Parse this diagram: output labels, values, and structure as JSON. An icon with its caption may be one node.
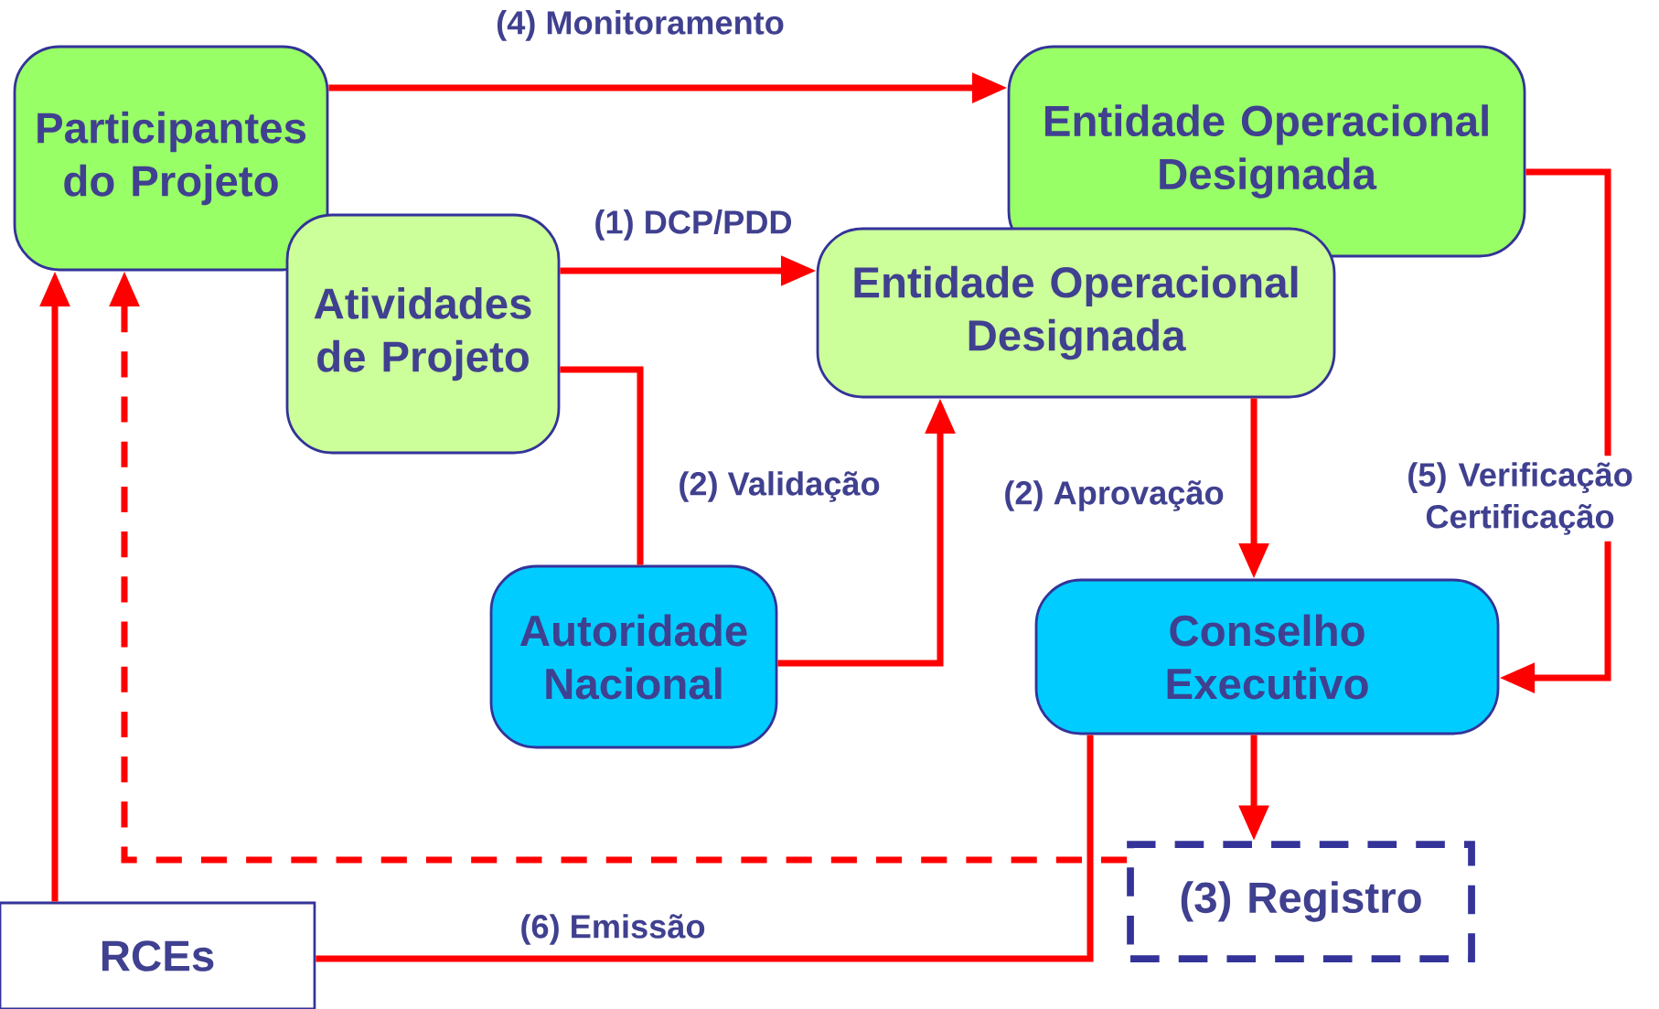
{
  "diagram": {
    "nodes": [
      {
        "text": [
          "Participantes do Projeto"
        ]
      },
      {
        "text": [
          "Entidade Operacional Designada"
        ]
      },
      {
        "text": [
          "Atividades de Projeto"
        ]
      },
      {
        "text": [
          "Entidade Operacional Designada"
        ]
      },
      {
        "text": [
          "Autoridade Nacional"
        ]
      },
      {
        "text": [
          "Conselho Executivo"
        ]
      },
      {
        "text": [
          "(3) Registro"
        ]
      },
      {
        "text": [
          "RCEs"
        ]
      }
    ],
    "edges": [
      {
        "from": 0,
        "to": 1,
        "arrow": "to",
        "label": "(4) Monitoramento"
      },
      {
        "from": 2,
        "to": 3,
        "arrow": "to",
        "label": "(1) DCP/PDD"
      },
      {
        "from": 2,
        "to": 4,
        "arrow": "none",
        "label": "(2) Validação"
      },
      {
        "from": 4,
        "to": 3,
        "arrow": "to"
      },
      {
        "from": 3,
        "to": 5,
        "arrow": "to",
        "label": "(2) Aprovação"
      },
      {
        "from": 1,
        "to": 5,
        "arrow": "to",
        "label": "(5) Verificação Certificação"
      },
      {
        "from": 5,
        "to": 6,
        "arrow": "to"
      },
      {
        "from": 6,
        "to": 0,
        "arrow": "to",
        "style": "dashed"
      },
      {
        "from": 5,
        "to": 7,
        "arrow": "none",
        "label": "(6) Emissão"
      },
      {
        "from": 7,
        "to": 0,
        "arrow": "to"
      }
    ]
  }
}
